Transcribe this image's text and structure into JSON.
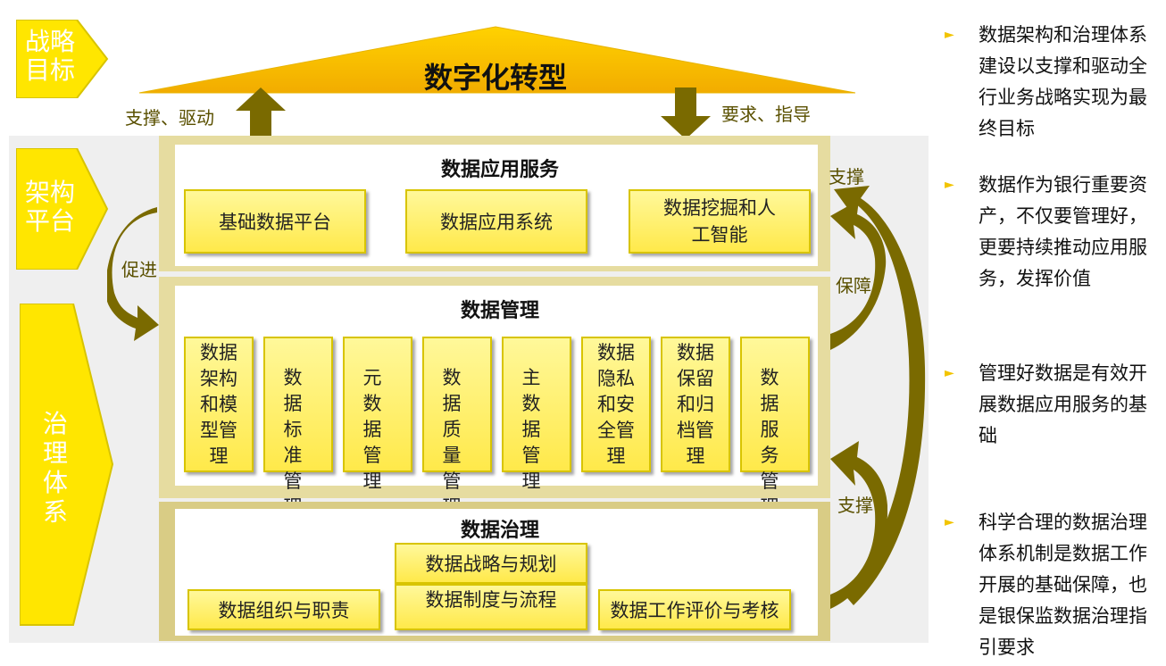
{
  "levels": {
    "strategy": "战略目标",
    "platform": "架构平台",
    "governance": "治理体系"
  },
  "roof": {
    "title": "数字化转型"
  },
  "arrows": {
    "support_drive": "支撑、驱动",
    "require_guide": "要求、指导",
    "promote": "促进",
    "support_top": "支撑",
    "guarantee": "保障",
    "support_bottom": "支撑"
  },
  "app_service": {
    "title": "数据应用服务",
    "items": [
      "基础数据平台",
      "数据应用系统",
      "数据挖掘和人工智能"
    ]
  },
  "data_management": {
    "title": "数据管理",
    "items": [
      "数据架构和模型管理",
      "数据标准管理",
      "元数据管理",
      "数据质量管理",
      "主数据管理",
      "数据隐私和安全管理",
      "数据保留和归档管理",
      "数据服务管理"
    ]
  },
  "data_governance": {
    "title": "数据治理",
    "items": [
      "数据战略与规划",
      "数据组织与职责",
      "数据制度与流程",
      "数据工作评价与考核"
    ]
  },
  "bullets": [
    "数据架构和治理体系建设以支撑和驱动全行业务战略实现为最终目标",
    "数据作为银行重要资产，不仅要管理好，更要持续推动应用服务，发挥价值",
    "管理好数据是有效开展数据应用服务的基础",
    "科学合理的数据治理体系机制是数据工作开展的基础保障，也是银保监数据治理指引要求"
  ],
  "colors": {
    "yellow": "#ffe600",
    "gold": "#f5b800",
    "olive": "#7a6a00",
    "frame": "#e6dca0",
    "gray_bg": "#efefef"
  }
}
